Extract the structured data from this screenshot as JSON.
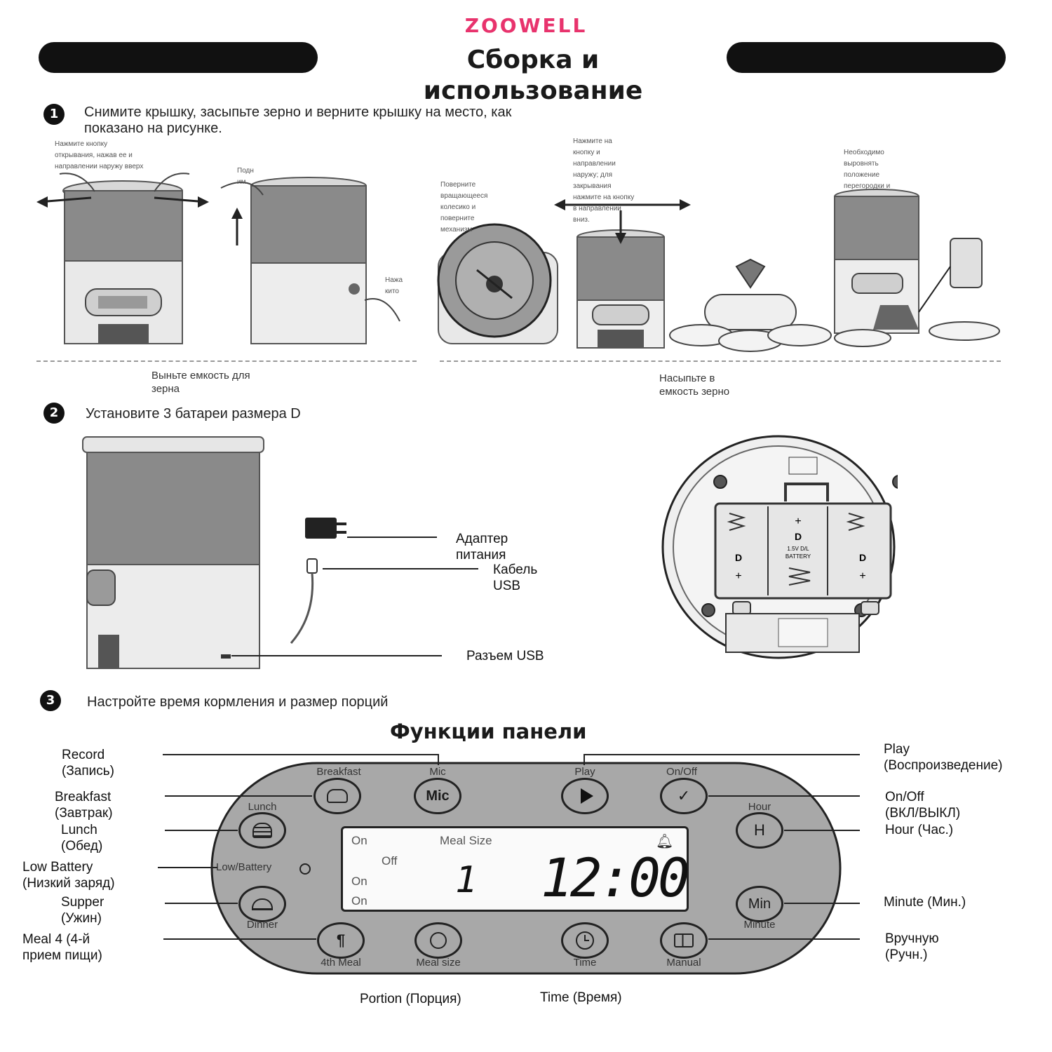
{
  "brand": {
    "logo_text": "ZOOWELL"
  },
  "header": {
    "title_line1": "Сборка и",
    "title_line2": "использование"
  },
  "step1": {
    "number": "1",
    "text_line1": "Снимите крышку, засыпьте зерно и верните крышку на место, как",
    "text_line2": "показано на рисунке.",
    "note_a_line1": "Нажмите кнопку",
    "note_a_line2": "открывания, нажав ее и",
    "note_a_line3": "направлении наружу вверх",
    "note_b_line1": "Подн",
    "note_b_line2": "им",
    "note_c_line1": "Нажа",
    "note_c_line2": "кито",
    "note_d_line1": "Поверните",
    "note_d_line2": "вращающееся",
    "note_d_line3": "колесико и",
    "note_d_line4": "поверните",
    "note_d_line5": "механизм",
    "note_e_line1": "Нажмите на",
    "note_e_line2": "кнопку и",
    "note_e_line3": "направлении",
    "note_e_line4": "наружу; для",
    "note_e_line5": "закрывания",
    "note_e_line6": "нажмите на кнопку",
    "note_e_line7": "в направлении",
    "note_e_line8": "вниз.",
    "note_f_line1": "Необходимо",
    "note_f_line2": "выровнять",
    "note_f_line3": "положение",
    "note_f_line4": "перегородки и",
    "caption_left_line1": "Выньте емкость для",
    "caption_left_line2": "зерна",
    "caption_right_line1": "Насыпьте в",
    "caption_right_line2": "емкость зерно"
  },
  "step2": {
    "number": "2",
    "text": "Установите 3 батареи размера D",
    "adapter_line1": "Адаптер",
    "adapter_line2": "питания",
    "cable_line1": "Кабель",
    "cable_line2": "USB",
    "port": "Разъем USB",
    "battery_d": "D",
    "battery_spec_line1": "1.5V D/L",
    "battery_spec_line2": "BATTERY",
    "plus": "+"
  },
  "step3": {
    "number": "3",
    "text": "Настройте время кормления и размер порций",
    "panel_title": "Функции панели"
  },
  "labels_left": {
    "record_line1": "Record",
    "record_line2": "(Запись)",
    "breakfast_line1": "Breakfast",
    "breakfast_line2": "(Завтрак)",
    "lunch_line1": "Lunch",
    "lunch_line2": "(Обед)",
    "lowbat_line1": "Low Battery",
    "lowbat_line2": "(Низкий заряд)",
    "supper_line1": "Supper",
    "supper_line2": "(Ужин)",
    "meal4_line1": "Meal 4 (4-й",
    "meal4_line2": "прием пищи)"
  },
  "labels_right": {
    "play_line1": "Play",
    "play_line2": "(Воспроизведение)",
    "onoff_line1": "On/Off",
    "onoff_line2": "(ВКЛ/ВЫКЛ)",
    "hour": "Hour (Час.)",
    "minute": "Minute (Мин.)",
    "manual_line1": "Вручную",
    "manual_line2": "(Ручн.)"
  },
  "labels_bottom": {
    "portion": "Portion (Порция)",
    "time": "Time (Время)"
  },
  "panel": {
    "btn_breakfast": "Breakfast",
    "btn_mic": "Mic",
    "btn_mic_icon": "Mic",
    "btn_play": "Play",
    "btn_onoff": "On/Off",
    "btn_lunch": "Lunch",
    "btn_hour": "Hour",
    "btn_hour_icon": "H",
    "low_battery": "Low/Battery",
    "btn_dinner": "Dinner",
    "btn_minute": "Minute",
    "btn_minute_icon": "Min",
    "btn_meal4": "4th Meal",
    "btn_mealsize": "Meal size",
    "btn_time": "Time",
    "btn_manual": "Manual",
    "lcd_on1": "On",
    "lcd_off": "Off",
    "lcd_on2": "On",
    "lcd_on3": "On",
    "lcd_meal_size": "Meal Size",
    "lcd_portion": "1",
    "lcd_time": "12:00"
  },
  "colors": {
    "logo_pink": "#e8336d",
    "logo_purple": "#7a3fb5",
    "panel_gray": "#a8a8a8",
    "lcd_bg": "#fafafa"
  }
}
